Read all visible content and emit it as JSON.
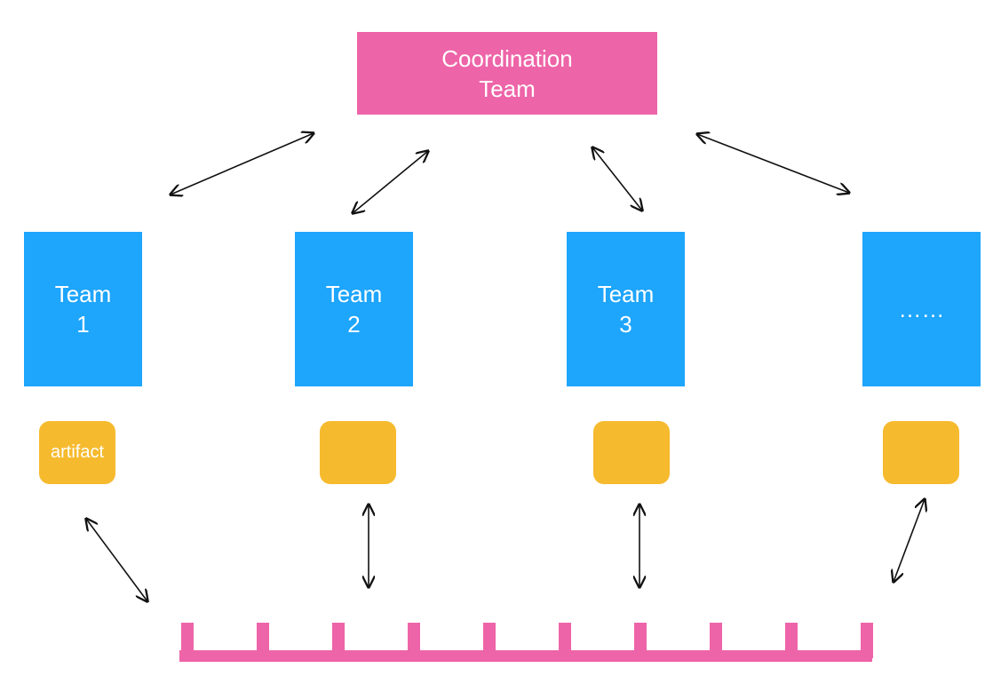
{
  "coordination": {
    "label": "Coordination Team",
    "color": "#ee64a8"
  },
  "teams": [
    {
      "label": "Team 1"
    },
    {
      "label": "Team 2"
    },
    {
      "label": "Team 3"
    },
    {
      "label": "……"
    }
  ],
  "artifacts": [
    {
      "label": "artifact"
    },
    {
      "label": ""
    },
    {
      "label": ""
    },
    {
      "label": ""
    }
  ],
  "colors": {
    "team": "#1ea5fc",
    "artifact": "#f6ba2e",
    "bus": "#ee64a8",
    "arrow": "#111111"
  }
}
